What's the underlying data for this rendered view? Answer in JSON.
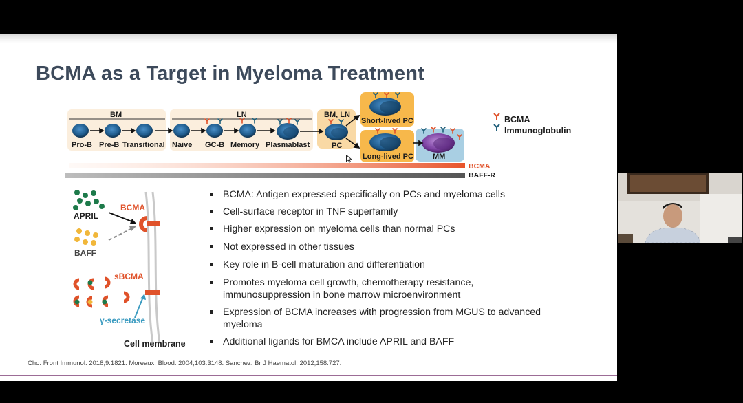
{
  "slide": {
    "title": "BCMA as a Target in Myeloma Treatment",
    "diagram": {
      "groups": {
        "bm": "BM",
        "ln": "LN",
        "bm_ln": "BM, LN"
      },
      "stages": {
        "pro_b": "Pro-B",
        "pre_b": "Pre-B",
        "transitional": "Transitional",
        "naive": "Naive",
        "gc_b": "GC-B",
        "memory": "Memory",
        "plasmablast": "Plasmablast",
        "pc": "PC",
        "short_lived_pc": "Short-lived PC",
        "long_lived_pc": "Long-lived PC",
        "mm": "MM"
      },
      "legend": {
        "bcma": "BCMA",
        "immunoglobulin": "Immunoglobulin"
      },
      "expression_bars": {
        "bcma": "BCMA",
        "baff_r": "BAFF-R"
      }
    },
    "mechanism": {
      "april": "APRIL",
      "baff": "BAFF",
      "bcma": "BCMA",
      "sbcma": "sBCMA",
      "gamma_secretase": "γ-secretase",
      "cell_membrane": "Cell membrane"
    },
    "bullets": [
      [
        "BCMA: Antigen expressed specifically on PCs and myeloma cells"
      ],
      [
        "Cell-surface receptor in TNF superfamily"
      ],
      [
        "Higher expression on myeloma cells than normal PCs"
      ],
      [
        "Not expressed in other tissues"
      ],
      [
        "Key role in B-cell maturation and differentiation"
      ],
      [
        "Promotes myeloma cell growth, chemotherapy resistance,",
        "immunosuppression in bone marrow microenvironment"
      ],
      [
        "Expression of BCMA increases with progression from MGUS to advanced",
        "myeloma"
      ],
      [
        "Additional ligands for BMCA include APRIL and BAFF"
      ]
    ],
    "citation": "Cho. Front Immunol. 2018;9:1821. Moreaux. Blood. 2004;103:3148. Sanchez. Br J Haematol. 2012;158:727.",
    "colors": {
      "title": "#3d4a5b",
      "bcma_orange": "#e0522a",
      "immunoglobulin_teal": "#1f5f7a",
      "cell_blue": "#2e6b9e",
      "pc_box": "#f9d9a5",
      "mm_box": "#a9cfe3"
    }
  }
}
